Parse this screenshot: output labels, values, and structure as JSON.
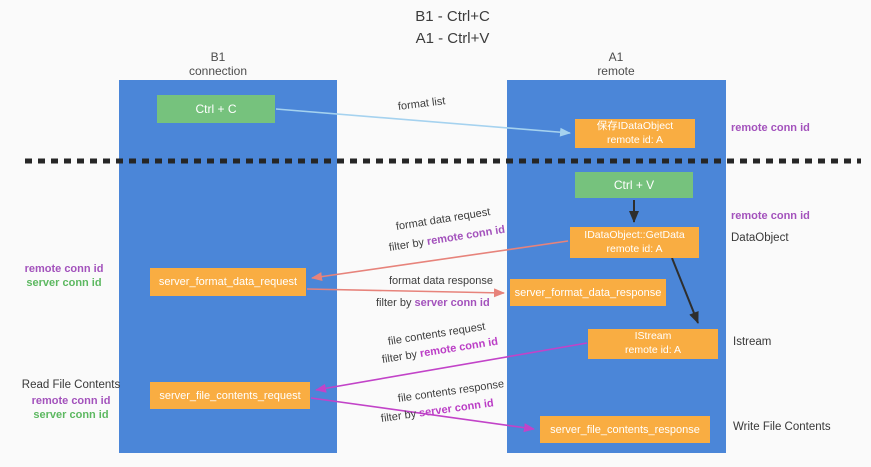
{
  "title": {
    "line1": "B1 - Ctrl+C",
    "line2": "A1 - Ctrl+V"
  },
  "lanes": {
    "b1": {
      "header_top": "B1",
      "header_bottom": "connection"
    },
    "a1": {
      "header_top": "A1",
      "header_bottom": "remote"
    }
  },
  "nodes": {
    "ctrl_c": {
      "label": "Ctrl + C"
    },
    "save_idataobject": {
      "line1": "保存IDataObject",
      "line2": "remote id: A"
    },
    "ctrl_v": {
      "label": "Ctrl + V"
    },
    "getdata": {
      "line1": "IDataObject::GetData",
      "line2": "remote id: A"
    },
    "format_request": {
      "label": "server_format_data_request"
    },
    "format_response": {
      "label": "server_format_data_response"
    },
    "istream": {
      "line1": "IStream",
      "line2": "remote id: A"
    },
    "file_request": {
      "label": "server_file_contents_request"
    },
    "file_response": {
      "label": "server_file_contents_response"
    }
  },
  "arrow_labels": {
    "format_list": "format list",
    "format_request": {
      "line1": "format data request",
      "filter_prefix": "filter by ",
      "filter_key": "remote conn id"
    },
    "format_response": {
      "line1": "format data response",
      "filter_prefix": "filter by ",
      "filter_key": "server conn id"
    },
    "file_request": {
      "line1": "file contents request",
      "filter_prefix": "filter by ",
      "filter_key": "remote conn id"
    },
    "file_response": {
      "line1": "file contents response",
      "filter_prefix": "filter by ",
      "filter_key": "server conn id"
    }
  },
  "side_labels": {
    "right_top_remote_conn_id": "remote conn id",
    "right_mid_remote_conn_id": "remote conn id",
    "dataobject": "DataObject",
    "istream": "Istream",
    "write_file_contents": "Write File Contents",
    "left_format": {
      "remote_conn_id": "remote conn id",
      "server_conn_id": "server conn id"
    },
    "left_file": {
      "title": "Read File Contents",
      "remote_conn_id": "remote conn id",
      "server_conn_id": "server conn id"
    }
  },
  "colors": {
    "lane_blue": "#4b86d8",
    "node_green": "#76c27d",
    "node_orange": "#f9ad42",
    "arrow_light_blue": "#a5d2ef",
    "arrow_black": "#2e2e2e",
    "arrow_salmon": "#e7837b",
    "arrow_magenta": "#c243c8",
    "label_purple": "#a352bc",
    "label_magenta": "#bb3ec6",
    "label_green": "#5cb860",
    "divider_black": "#262626",
    "background": "#fafafa"
  }
}
